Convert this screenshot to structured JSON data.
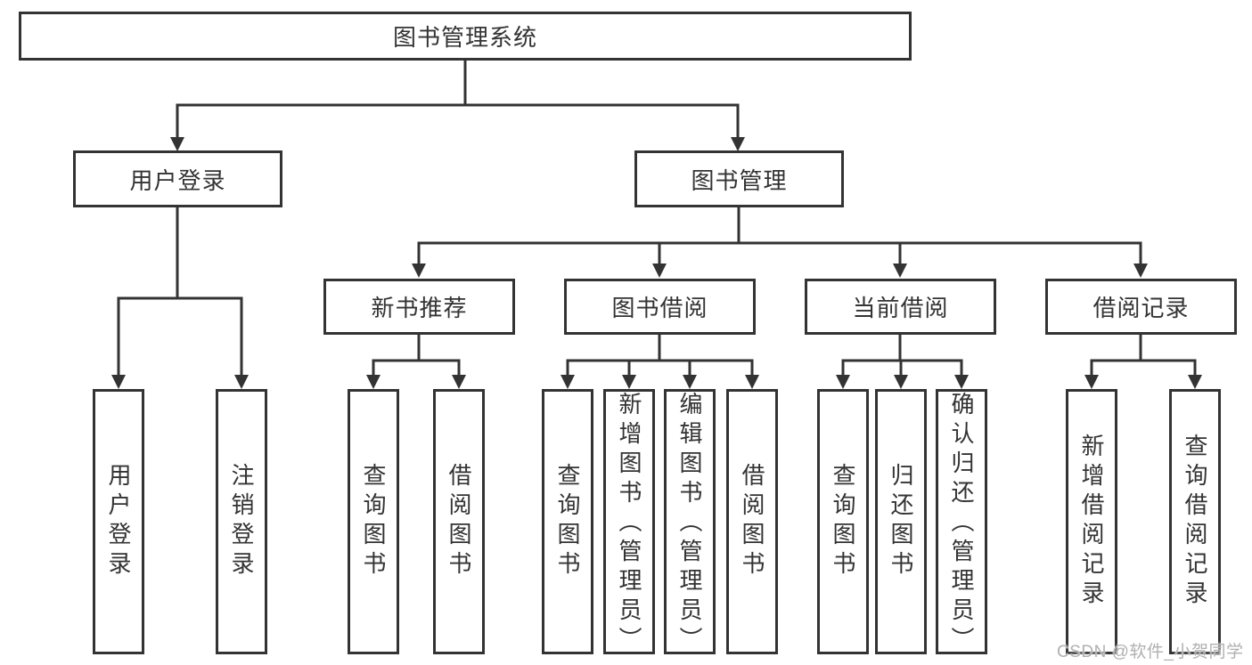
{
  "diagram": {
    "root": {
      "label": "图书管理系统"
    },
    "branches": [
      {
        "label": "用户登录",
        "children": [
          {
            "label": "用户登录"
          },
          {
            "label": "注销登录"
          }
        ]
      },
      {
        "label": "图书管理",
        "children": [
          {
            "label": "新书推荐",
            "children": [
              {
                "label": "查询图书"
              },
              {
                "label": "借阅图书"
              }
            ]
          },
          {
            "label": "图书借阅",
            "children": [
              {
                "label": "查询图书"
              },
              {
                "label": "新增图书（管理员）"
              },
              {
                "label": "编辑图书（管理员）"
              },
              {
                "label": "借阅图书"
              }
            ]
          },
          {
            "label": "当前借阅",
            "children": [
              {
                "label": "查询图书"
              },
              {
                "label": "归还图书"
              },
              {
                "label": "确认归还（管理员）"
              }
            ]
          },
          {
            "label": "借阅记录",
            "children": [
              {
                "label": "新增借阅记录"
              },
              {
                "label": "查询借阅记录"
              }
            ]
          }
        ]
      }
    ]
  },
  "watermark": {
    "text": "CSDN @软件_小贺同学"
  },
  "colors": {
    "line": "#333333",
    "text": "#333333",
    "box_background": "#ffffff",
    "page_background": "#ffffff",
    "watermark": "#b2afaf"
  }
}
